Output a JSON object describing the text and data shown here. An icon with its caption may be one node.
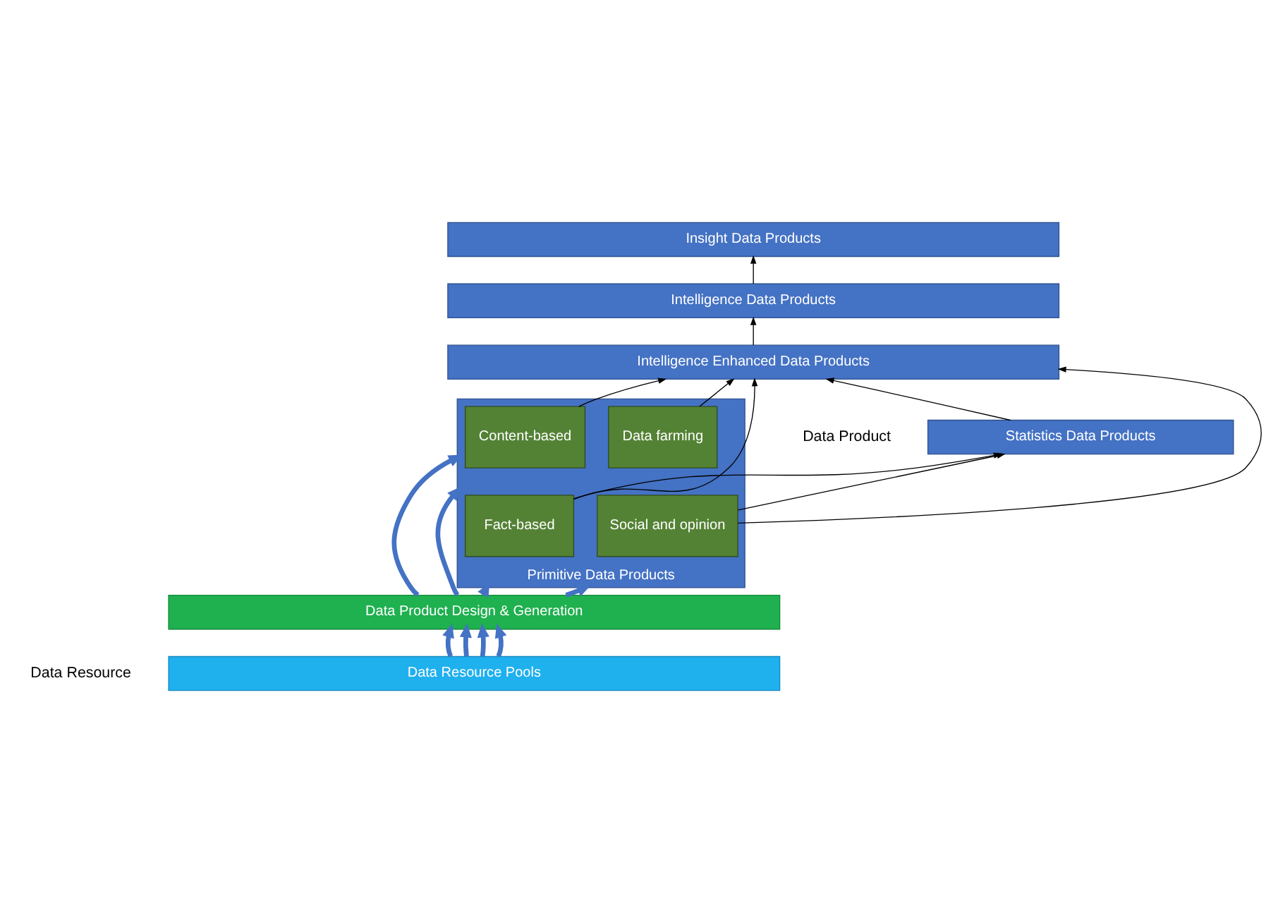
{
  "diagram": {
    "nodes": [
      {
        "text": [
          "Insight Data Products"
        ]
      },
      {
        "text": [
          "Intelligence Data Products"
        ]
      },
      {
        "text": [
          "Intelligence Enhanced Data Products"
        ]
      },
      {
        "text": [
          "Statistics Data Products"
        ]
      },
      {
        "text": [
          "Primitive Data Products"
        ]
      },
      {
        "text": [
          "Content-based"
        ],
        "in": 4
      },
      {
        "text": [
          "Fact-based"
        ],
        "in": 4
      },
      {
        "text": [
          "Social and opinion"
        ],
        "in": 4
      },
      {
        "text": [
          "Data farming"
        ],
        "in": 4
      },
      {
        "text": [
          "Data Product Design & Generation"
        ]
      },
      {
        "text": [
          "Data Resource Pools"
        ]
      }
    ],
    "edges": [
      {
        "from": 1,
        "to": 0,
        "arrow": "to"
      },
      {
        "from": 2,
        "to": 1,
        "arrow": "to"
      },
      {
        "from": 3,
        "to": 2,
        "arrow": "to"
      },
      {
        "from": 5,
        "to": 2,
        "arrow": "to"
      },
      {
        "from": 6,
        "to": 2,
        "arrow": "to"
      },
      {
        "from": 6,
        "to": 3,
        "arrow": "to"
      },
      {
        "from": 7,
        "to": 3,
        "arrow": "to"
      },
      {
        "from": 7,
        "to": 2,
        "arrow": "to"
      },
      {
        "from": 8,
        "to": 2,
        "arrow": "to"
      },
      {
        "from": 9,
        "to": 4,
        "arrow": "to",
        "style": "thick",
        "color": "#4472c4"
      },
      {
        "from": 9,
        "to": 4,
        "arrow": "to",
        "style": "thick",
        "color": "#4472c4"
      },
      {
        "from": 9,
        "to": 4,
        "arrow": "to",
        "style": "thick",
        "color": "#4472c4"
      },
      {
        "from": 9,
        "to": 4,
        "arrow": "to",
        "style": "thick",
        "color": "#4472c4"
      },
      {
        "from": 10,
        "to": 9,
        "arrow": "to",
        "style": "thick",
        "color": "#4472c4"
      },
      {
        "from": 10,
        "to": 9,
        "arrow": "to",
        "style": "thick",
        "color": "#4472c4"
      },
      {
        "from": 10,
        "to": 9,
        "arrow": "to",
        "style": "thick",
        "color": "#4472c4"
      },
      {
        "from": 10,
        "to": 9,
        "arrow": "to",
        "style": "thick",
        "color": "#4472c4"
      }
    ],
    "labels": [
      "Data Product",
      "Data Resource"
    ]
  }
}
